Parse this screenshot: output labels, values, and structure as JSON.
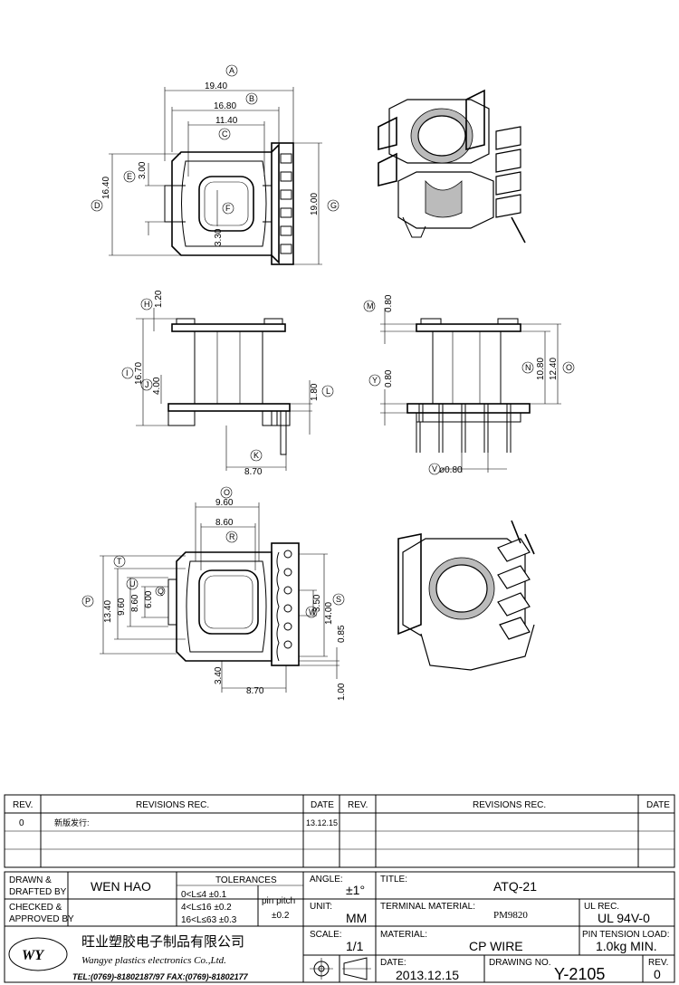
{
  "dims": {
    "A": "19.40",
    "B": "16.80",
    "C": "11.40",
    "D": "16.40",
    "E": "3.00",
    "F": "3.30",
    "G": "19.00",
    "H": "1.20",
    "I": "16.70",
    "J": "4.00",
    "K": "8.70",
    "L": "1.80",
    "M": "0.80",
    "N": "10.80",
    "O": "12.40",
    "Y": "0.80",
    "V": "ø0.80",
    "O2": "9.60",
    "R": "8.60",
    "T": "9.60",
    "U": "6.00",
    "P": "13.40",
    "S": "14.00",
    "W": "3.50",
    "Q": "8.60",
    "X1": "0.85",
    "Z": "1.00",
    "AA": "3.40",
    "K2": "8.70"
  },
  "letters": [
    "A",
    "B",
    "C",
    "D",
    "E",
    "F",
    "G",
    "H",
    "I",
    "J",
    "K",
    "L",
    "M",
    "N",
    "O",
    "Y",
    "V",
    "O",
    "R",
    "T",
    "U",
    "P",
    "S",
    "W",
    "Q"
  ],
  "revisions": {
    "col_rev": "REV.",
    "col_rec": "REVISIONS    REC.",
    "col_date": "DATE",
    "row1_rev": "0",
    "row1_rec": "新版发行:",
    "row1_date": "13.12.15"
  },
  "title_block": {
    "drawn_label_1": "DRAWN &",
    "drawn_label_2": "DRAFTED BY",
    "drawn_value": "WEN HAO",
    "checked_label_1": "CHECKED &",
    "checked_label_2": "APPROVED BY",
    "tolerances_label": "TOLERANCES",
    "tol_row1": "0<L≤4    ±0.1",
    "tol_row2": "4<L≤16  ±0.2",
    "tol_row3": "16<L≤63 ±0.3",
    "pin_pitch_label": "pin pitch",
    "pin_pitch_value": "±0.2",
    "angle_label": "ANGLE:",
    "angle_value": "±1°",
    "unit_label": "UNIT:",
    "unit_value": "MM",
    "scale_label": "SCALE:",
    "scale_value": "1/1",
    "title_label": "TITLE:",
    "title_value": "ATQ-21",
    "terminal_label": "TERMINAL MATERIAL:",
    "terminal_value": "PM9820",
    "ul_label": "UL REC.",
    "ul_value": "UL 94V-0",
    "material_label": "MATERIAL:",
    "material_value": "CP WIRE",
    "pin_tension_label": "PIN TENSION LOAD:",
    "pin_tension_value": "1.0kg MIN.",
    "date_label": "DATE:",
    "date_value": "2013.12.15",
    "drawing_no_label": "DRAWING NO.",
    "drawing_no_value": "Y-2105",
    "rev_label": "REV.",
    "rev_value": "0",
    "company_cn": "旺业塑胶电子制品有限公司",
    "company_en": "Wangye plastics electronics Co.,Ltd.",
    "contact": "TEL:(0769)-81802187/97  FAX:(0769)-81802177",
    "logo_text": "WY"
  }
}
